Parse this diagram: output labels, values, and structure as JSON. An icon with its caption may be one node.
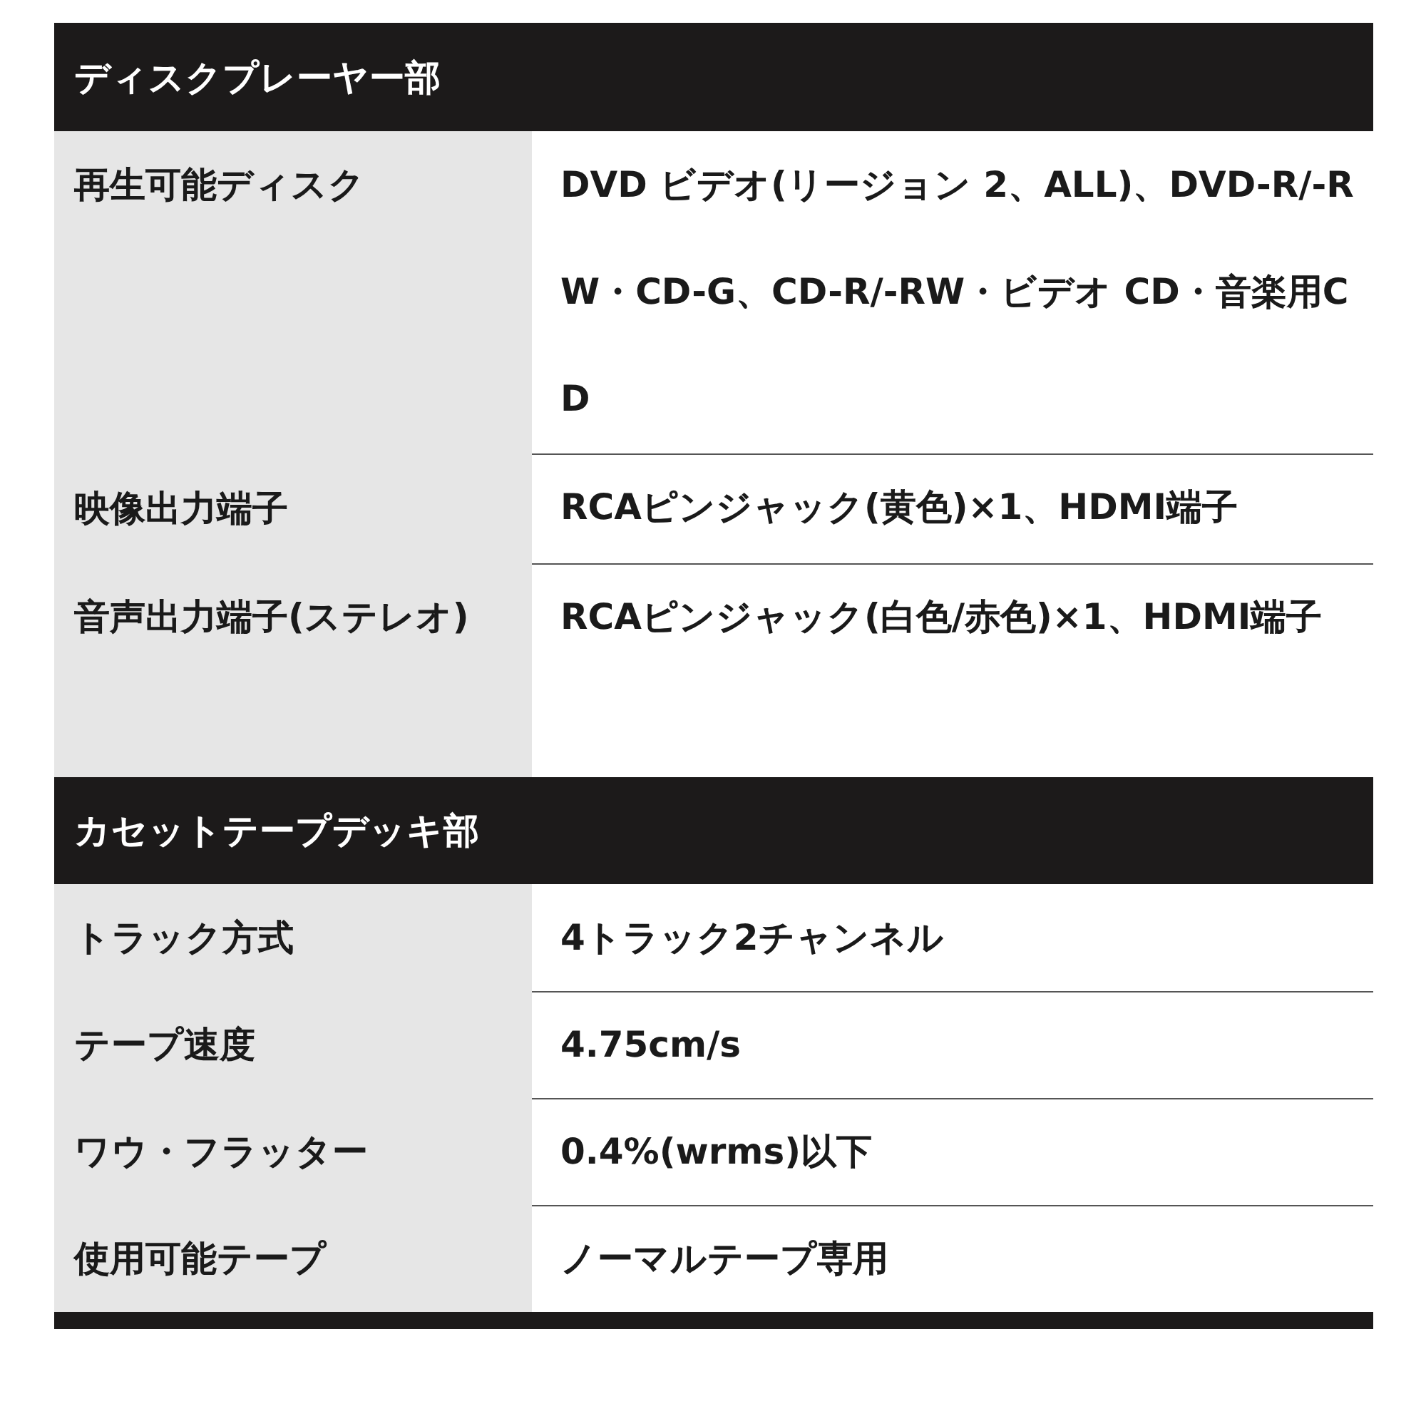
{
  "diagram": {
    "labels": [
      "ディスクプレーヤー部",
      "再生可能ディスク",
      "DVD ビデオ(リージョン 2、ALL)、DVD-R/-RW・CD-G、CD-R/-RW・ビデオ CD・音楽用CD",
      "映像出力端子",
      "RCAピンジャック(黄色)×1、HDMI端子",
      "音声出力端子(ステレオ)",
      "RCAピンジャック(白色/赤色)×1、HDMI端子",
      "カセットテープデッキ部",
      "トラック方式",
      "4トラック2チャンネル",
      "テープ速度",
      "4.75cm/s",
      "ワウ・フラッター",
      "0.4%(wrms)以下",
      "使用可能テープ",
      "ノーマルテープ専用"
    ]
  }
}
